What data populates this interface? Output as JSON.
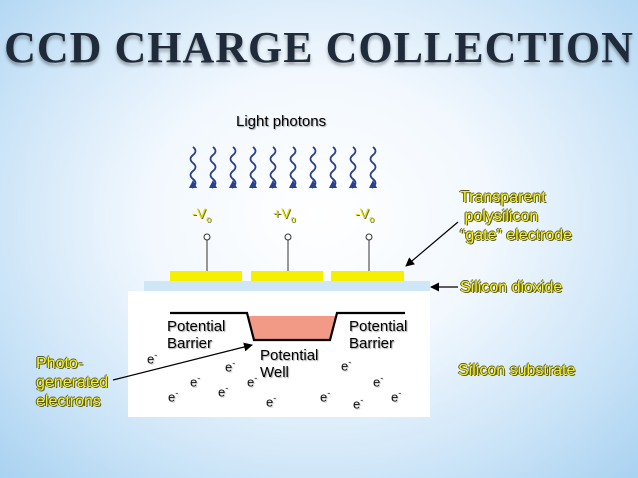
{
  "title": "CCD CHARGE COLLECTION",
  "light_label": "Light photons",
  "voltages": [
    {
      "sign": "-V",
      "sub": "o"
    },
    {
      "sign": "+V",
      "sub": "o"
    },
    {
      "sign": "-V",
      "sub": "o"
    }
  ],
  "labels": {
    "gate_electrode": [
      "Transparent",
      " polysilicon",
      "“gate” electrode"
    ],
    "silicon_dioxide": "Silicon dioxide",
    "silicon_substrate": "Silicon substrate",
    "photo_electrons": [
      "Photo-",
      "generated",
      "electrons"
    ],
    "potential_barrier_left": [
      "Potential",
      "Barrier"
    ],
    "potential_barrier_right": [
      "Potential",
      "Barrier"
    ],
    "potential_well": [
      "Potential",
      "Well"
    ]
  },
  "electron": {
    "base": "e",
    "sup": "-"
  },
  "colors": {
    "gate": "#f5f000",
    "oxide": "#cfe6f6",
    "well": "#f39a86",
    "photon_arrow": "#2a3f8f",
    "label_yellow": "#f7f021"
  },
  "icons": {
    "photon": "wavy-arrow-icon",
    "contact": "terminal-circle-icon"
  }
}
